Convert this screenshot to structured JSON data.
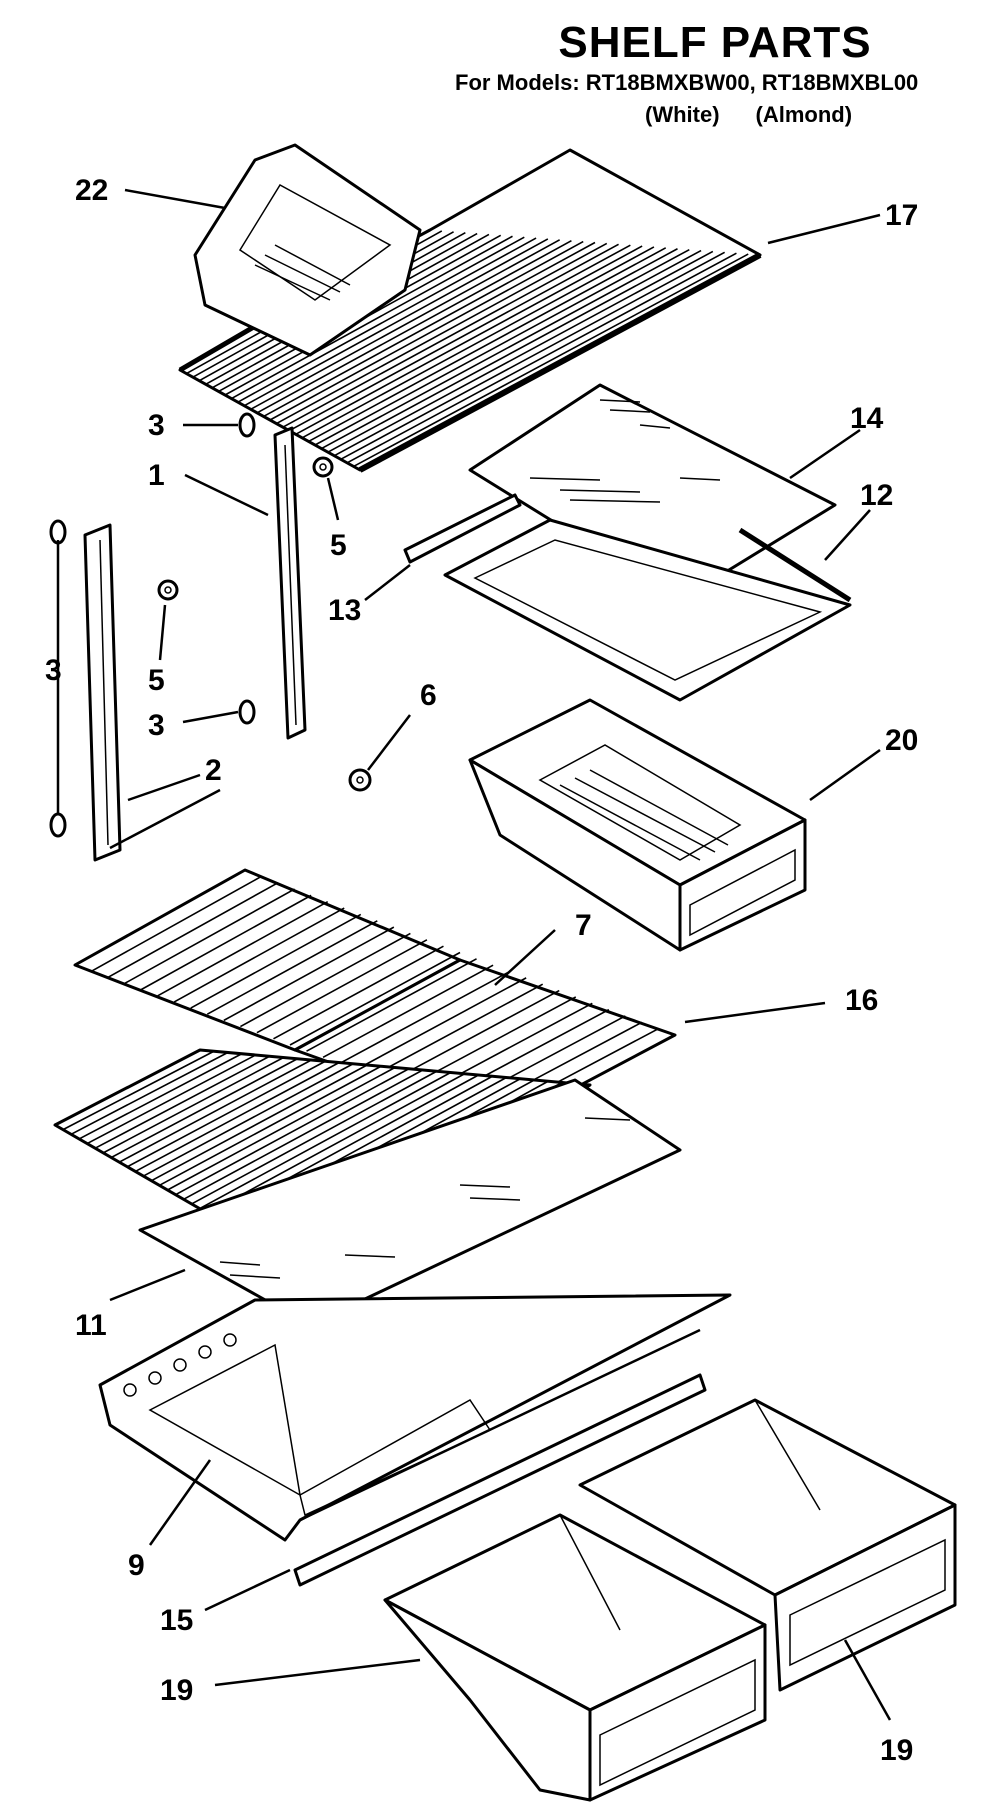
{
  "header": {
    "title": "SHELF PARTS",
    "models_line": "For Models: RT18BMXBW00, RT18BMXBL00",
    "color_white": "(White)",
    "color_almond": "(Almond)"
  },
  "callouts": {
    "c22": "22",
    "c17": "17",
    "c3a": "3",
    "c1": "1",
    "c5a": "5",
    "c14": "14",
    "c12": "12",
    "c13": "13",
    "c3b": "3",
    "c5b": "5",
    "c3c": "3",
    "c6": "6",
    "c2": "2",
    "c20": "20",
    "c7": "7",
    "c16": "16",
    "c11": "11",
    "c9": "9",
    "c15": "15",
    "c19a": "19",
    "c19b": "19"
  },
  "colors": {
    "ink": "#000000",
    "paper": "#ffffff"
  }
}
